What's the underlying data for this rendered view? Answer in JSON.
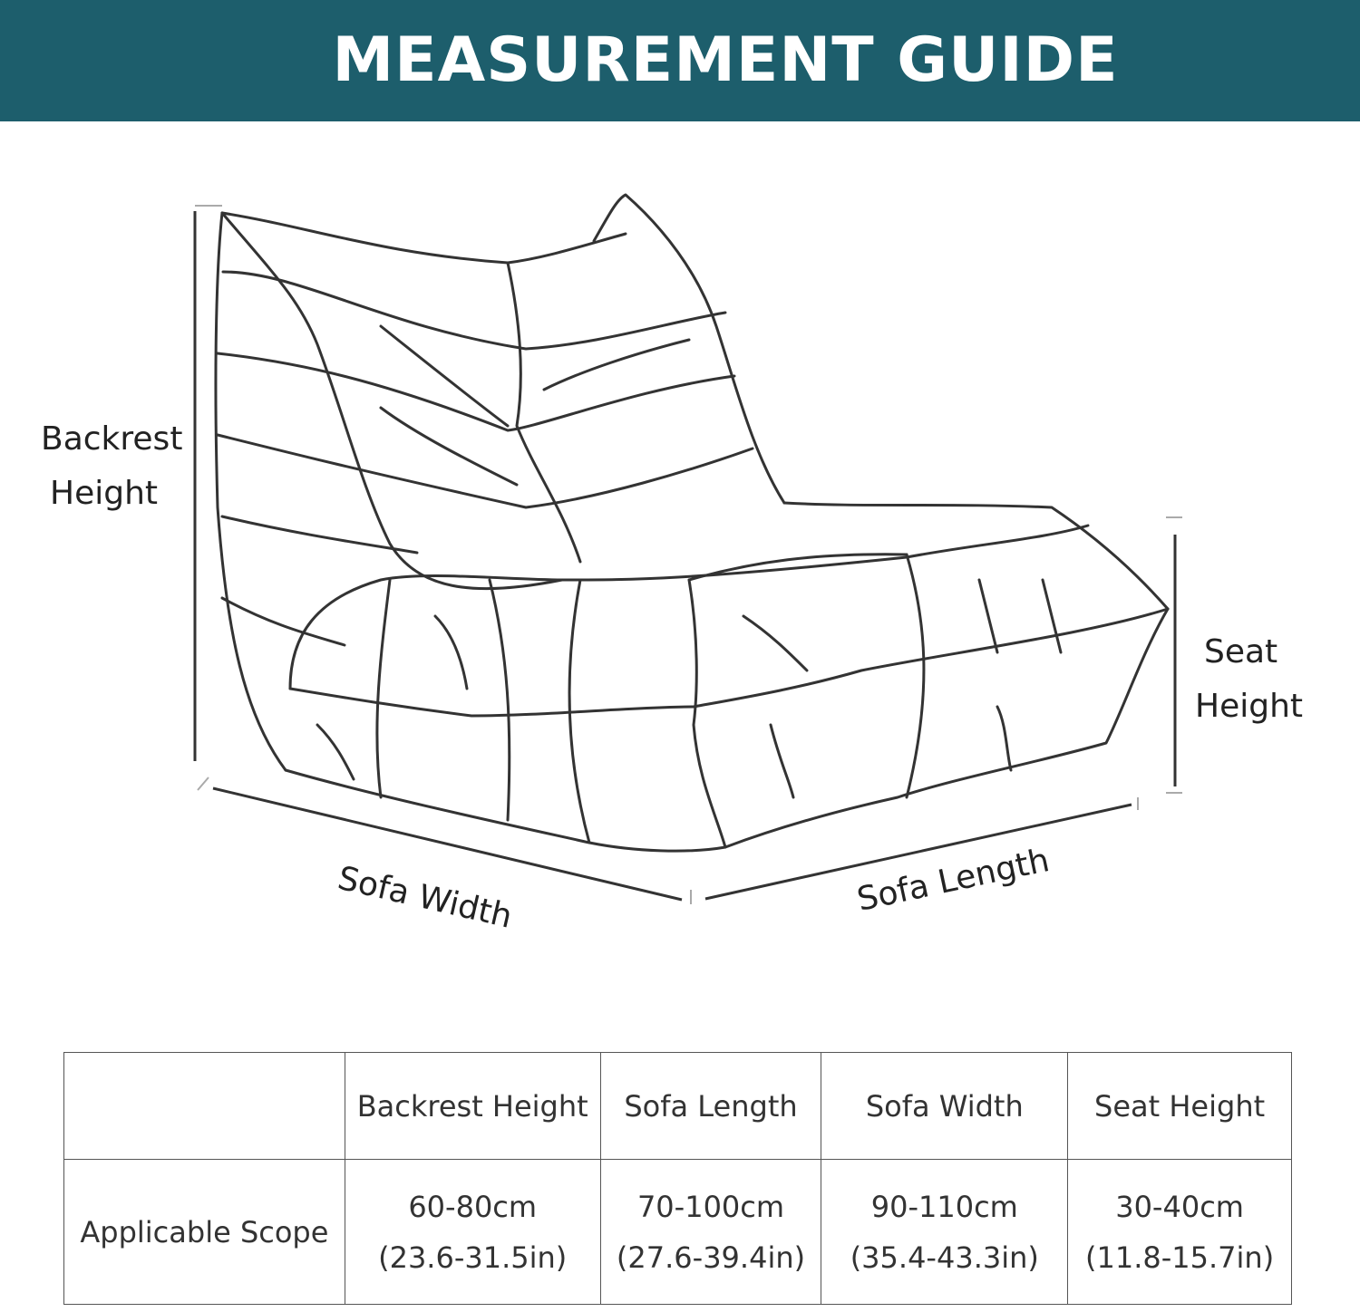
{
  "header": {
    "title": "MEASUREMENT GUIDE"
  },
  "colors": {
    "banner": "#1d5e6c",
    "line": "#333333"
  },
  "illustration": {
    "icon": "sofa-outline-icon",
    "labels": {
      "backrest_line1": "Backrest",
      "backrest_line2": "Height",
      "seat_line1": "Seat",
      "seat_line2": "Height",
      "width": "Sofa Width",
      "length": "Sofa Length"
    }
  },
  "table": {
    "headers": [
      "",
      "Backrest Height",
      "Sofa Length",
      "Sofa Width",
      "Seat Height"
    ],
    "row": {
      "label": "Applicable Scope",
      "cells": [
        {
          "cm": "60-80cm",
          "in": "(23.6-31.5in)"
        },
        {
          "cm": "70-100cm",
          "in": "(27.6-39.4in)"
        },
        {
          "cm": "90-110cm",
          "in": "(35.4-43.3in)"
        },
        {
          "cm": "30-40cm",
          "in": "(11.8-15.7in)"
        }
      ]
    }
  }
}
